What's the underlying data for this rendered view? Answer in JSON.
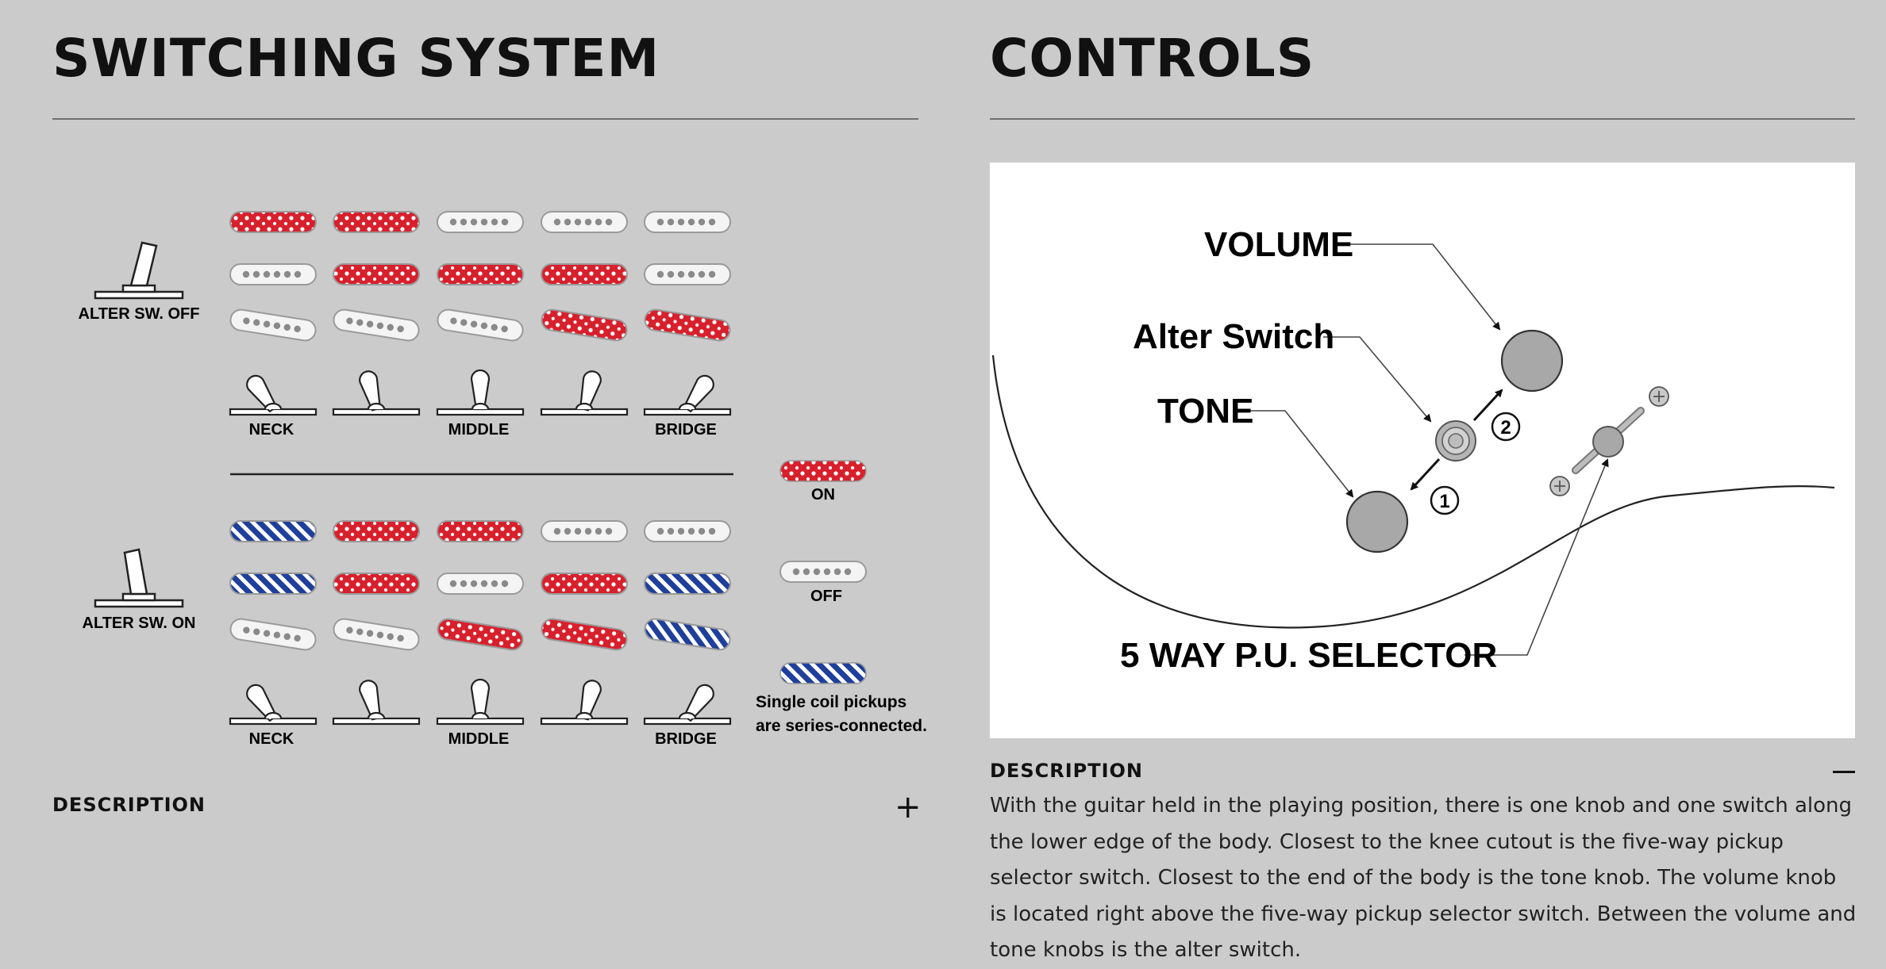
{
  "left": {
    "title": "SWITCHING SYSTEM",
    "description_label": "DESCRIPTION",
    "toggle_symbol": "+"
  },
  "right": {
    "title": "CONTROLS",
    "description_label": "DESCRIPTION",
    "toggle_symbol": "—",
    "description_text": "With the guitar held in the playing position, there is one knob and one switch along the lower edge of the body. Closest to the knee cutout is the five-way pickup selector switch. Closest to the end of the body is the tone knob. The volume knob is located right above the five-way pickup selector switch. Between the volume and tone knobs is the alter switch."
  },
  "diagram": {
    "alter_off_label": "ALTER SW. OFF",
    "alter_on_label": "ALTER SW. ON",
    "position_labels": [
      "NECK",
      "",
      "MIDDLE",
      "",
      "BRIDGE"
    ],
    "legend": {
      "on": "ON",
      "off": "OFF",
      "series_line1": "Single coil pickups",
      "series_line2": "are series-connected."
    },
    "alter_off_states": [
      [
        "on",
        "on",
        "off",
        "off",
        "off"
      ],
      [
        "off",
        "on",
        "on",
        "on",
        "off"
      ],
      [
        "off",
        "off",
        "off",
        "on",
        "on"
      ]
    ],
    "alter_on_states": [
      [
        "series",
        "on",
        "on",
        "off",
        "off"
      ],
      [
        "series",
        "on",
        "off",
        "on",
        "series"
      ],
      [
        "off",
        "off",
        "on",
        "on",
        "series"
      ]
    ],
    "colors": {
      "on": "#d8202c",
      "series": "#1f3f9c",
      "off": "#f4f4f4"
    }
  },
  "controls": {
    "volume_label": "VOLUME",
    "alter_label": "Alter Switch",
    "tone_label": "TONE",
    "selector_label": "5 WAY P.U. SELECTOR",
    "step1": "1",
    "step2": "2"
  }
}
